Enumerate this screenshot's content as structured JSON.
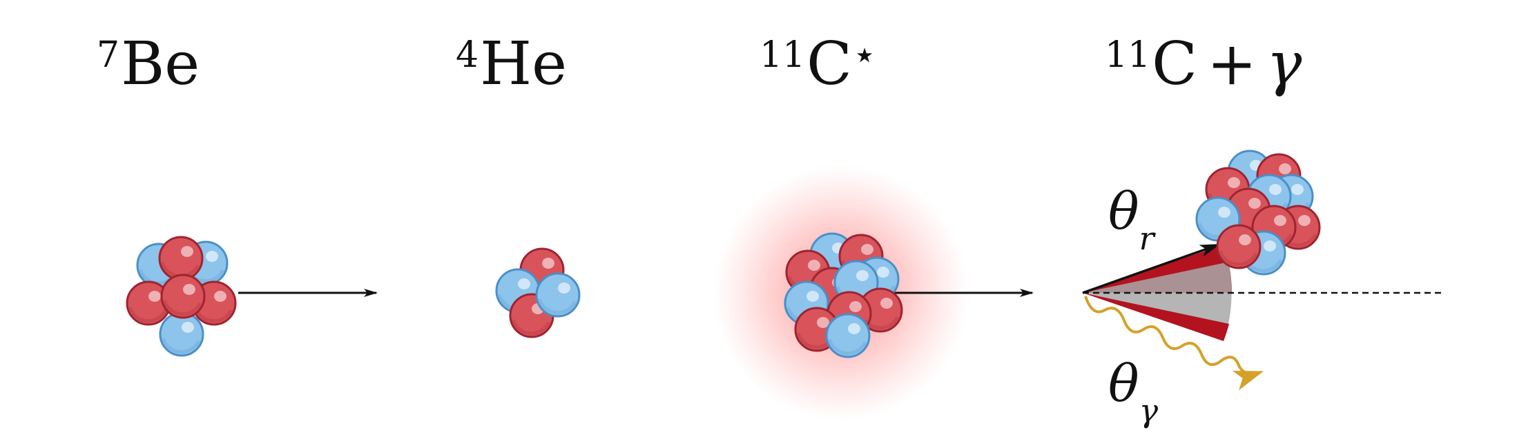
{
  "labels": {
    "be7": {
      "mass": "7",
      "symbol": "Be"
    },
    "he4": {
      "mass": "4",
      "symbol": "He"
    },
    "c11_excited": {
      "mass": "11",
      "symbol": "C",
      "mark": "⋆"
    },
    "products": {
      "mass": "11",
      "symbol": "C",
      "operator": "+",
      "gamma": "γ"
    }
  },
  "angles": {
    "recoil": {
      "symbol": "θ",
      "sub": "r"
    },
    "gamma": {
      "symbol": "θ",
      "sub": "γ"
    }
  },
  "colors": {
    "proton_fill": "#d9535a",
    "proton_stroke": "#9e2430",
    "neutron_fill": "#8cc4ec",
    "neutron_stroke": "#4a8fc8",
    "cone_red": "#b3131f",
    "cone_gray": "#a8a8a8",
    "gamma_gold": "#d4a12a",
    "glow": "#ff4d4d"
  }
}
